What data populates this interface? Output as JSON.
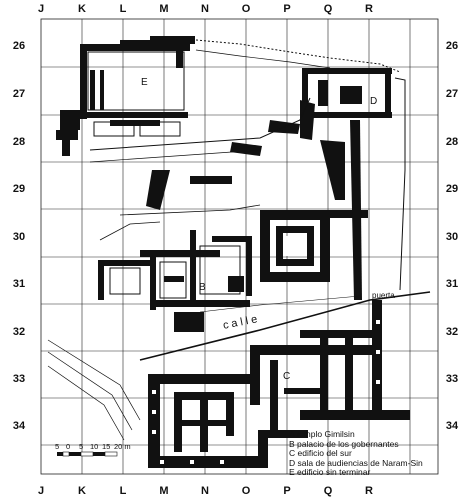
{
  "grid": {
    "columns": [
      "J",
      "K",
      "L",
      "M",
      "N",
      "O",
      "P",
      "Q",
      "R"
    ],
    "rows": [
      "26",
      "27",
      "28",
      "29",
      "30",
      "31",
      "32",
      "33",
      "34"
    ]
  },
  "buildings": [
    {
      "key": "A",
      "letter": "A",
      "description": "templo Gimilsin"
    },
    {
      "key": "B",
      "letter": "B",
      "description": "palacio de los gobernantes"
    },
    {
      "key": "C",
      "letter": "C",
      "description": "edificio del sur"
    },
    {
      "key": "D",
      "letter": "D",
      "description": "sala de audiencias de Naram-Sin"
    },
    {
      "key": "E",
      "letter": "E",
      "description": "edificio sin terminar"
    }
  ],
  "scale": {
    "ticks": [
      "5",
      "0",
      "5",
      "10",
      "15",
      "20 m"
    ]
  },
  "annotations": {
    "street": "calle",
    "gate": "puerta"
  },
  "colors": {
    "wall": "#111111",
    "grid": "#222222",
    "background": "#ffffff"
  }
}
